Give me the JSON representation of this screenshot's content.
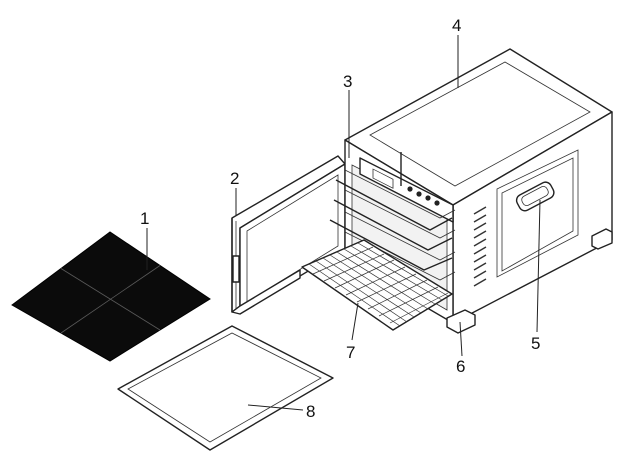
{
  "callouts": [
    {
      "id": "1",
      "part": "mesh-sheet"
    },
    {
      "id": "2",
      "part": "door"
    },
    {
      "id": "3",
      "part": "control-panel"
    },
    {
      "id": "4",
      "part": "top-cover"
    },
    {
      "id": "5",
      "part": "side-handle"
    },
    {
      "id": "6",
      "part": "foot"
    },
    {
      "id": "7",
      "part": "wire-rack"
    },
    {
      "id": "8",
      "part": "drip-tray"
    }
  ]
}
